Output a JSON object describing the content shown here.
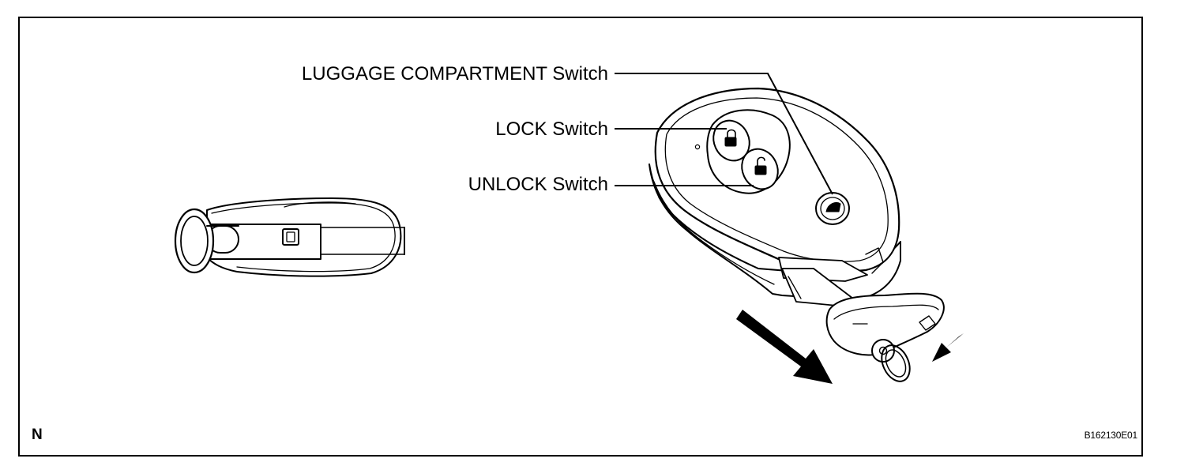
{
  "callouts": {
    "luggage": "LUGGAGE COMPARTMENT Switch",
    "lock": "LOCK Switch",
    "unlock": "UNLOCK Switch"
  },
  "corner_mark": "N",
  "figure_id": "B162130E01",
  "colors": {
    "line": "#000000",
    "background": "#ffffff"
  }
}
